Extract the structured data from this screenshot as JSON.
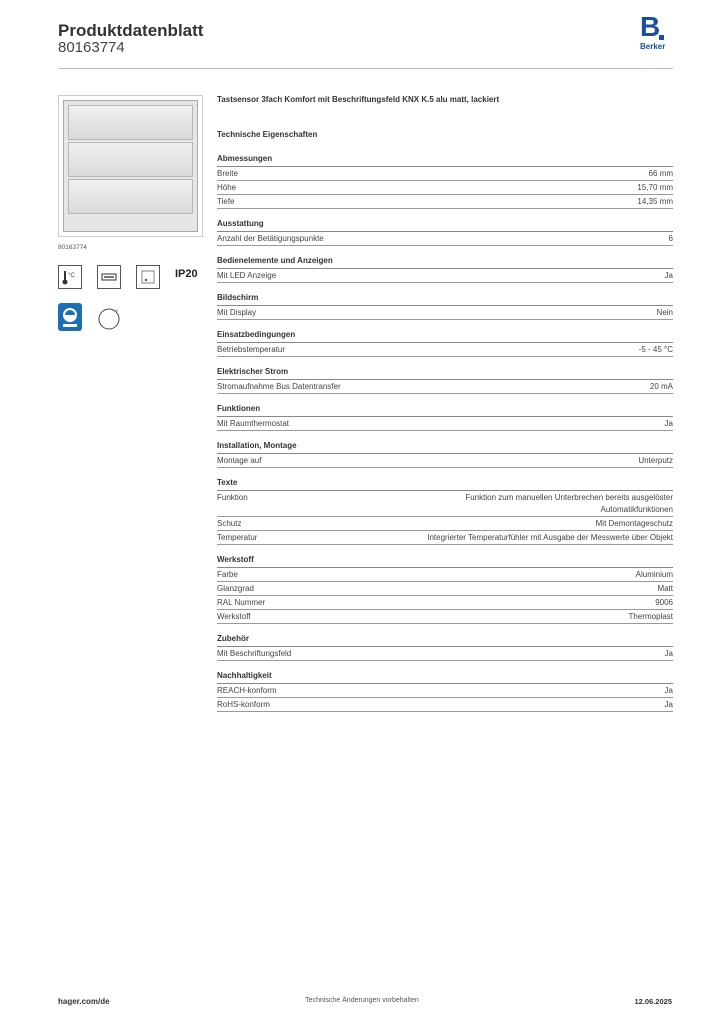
{
  "header": {
    "title": "Produktdatenblatt",
    "number": "80163774",
    "logo_text": "Berker",
    "logo_letter": "B"
  },
  "product_caption": "80163774",
  "icons": [
    "temperature-icon",
    "display-icon",
    "label-field-icon",
    "ip20-icon",
    "knx-icon",
    "circle-icon"
  ],
  "ip_label": "IP20",
  "product_title": "Tastsensor 3fach Komfort mit Beschriftungsfeld KNX K.5 alu matt, lackiert",
  "props_title": "Technische Eigenschaften",
  "sections": [
    {
      "heading": "Abmessungen",
      "rows": [
        {
          "label": "Breite",
          "value": "66 mm"
        },
        {
          "label": "Höhe",
          "value": "15,70 mm"
        },
        {
          "label": "Tiefe",
          "value": "14,35 mm"
        }
      ]
    },
    {
      "heading": "Ausstattung",
      "rows": [
        {
          "label": "Anzahl der Betätigungspunkte",
          "value": "6"
        }
      ]
    },
    {
      "heading": "Bedienelemente und Anzeigen",
      "rows": [
        {
          "label": "Mit LED Anzeige",
          "value": "Ja"
        }
      ]
    },
    {
      "heading": "Bildschirm",
      "rows": [
        {
          "label": "Mit Display",
          "value": "Nein"
        }
      ]
    },
    {
      "heading": "Einsatzbedingungen",
      "rows": [
        {
          "label": "Betriebstemperatur",
          "value": "-5 - 45 °C"
        }
      ]
    },
    {
      "heading": "Elektrischer Strom",
      "rows": [
        {
          "label": "Stromaufnahme Bus Datentransfer",
          "value": "20 mA"
        }
      ]
    },
    {
      "heading": "Funktionen",
      "rows": [
        {
          "label": "Mit Raumthermostat",
          "value": "Ja"
        }
      ]
    },
    {
      "heading": "Installation, Montage",
      "rows": [
        {
          "label": "Montage auf",
          "value": "Unterputz"
        }
      ]
    },
    {
      "heading": "Texte",
      "rows": [
        {
          "label": "Funktion",
          "value": "Funktion zum manuellen Unterbrechen bereits ausgelöster Automatikfunktionen"
        },
        {
          "label": "Schutz",
          "value": "Mit Demontageschutz"
        },
        {
          "label": "Temperatur",
          "value": "Integrierter Temperaturfühler mit Ausgabe der Messwerte über Objekt"
        }
      ]
    },
    {
      "heading": "Werkstoff",
      "rows": [
        {
          "label": "Farbe",
          "value": "Aluminium"
        },
        {
          "label": "Glanzgrad",
          "value": "Matt"
        },
        {
          "label": "RAL Nummer",
          "value": "9006"
        },
        {
          "label": "Werkstoff",
          "value": "Thermoplast"
        }
      ]
    },
    {
      "heading": "Zubehör",
      "rows": [
        {
          "label": "Mit Beschriftungsfeld",
          "value": "Ja"
        }
      ]
    },
    {
      "heading": "Nachhaltigkeit",
      "rows": [
        {
          "label": "REACH-konform",
          "value": "Ja"
        },
        {
          "label": "RoHS-konform",
          "value": "Ja"
        }
      ]
    }
  ],
  "footer": {
    "left": "hager.com/de",
    "center": "Technische Änderungen vorbehalten",
    "right": "12.06.2025"
  },
  "colors": {
    "brand": "#1b4f9c",
    "rule": "#999999"
  }
}
